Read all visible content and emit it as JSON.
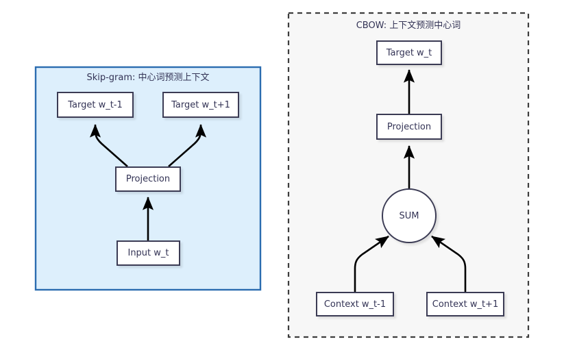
{
  "diagram": {
    "title_left": "Skip-gram: 中心词预测上下文",
    "title_right": "CBOW: 上下文预测中心词",
    "panels": [
      {
        "name": "skip-gram",
        "label": "Skip-gram: 中心词预测上下文",
        "style": "solid-blue",
        "fill_color": "#ddeffc",
        "border_color": "#2b6cb0"
      },
      {
        "name": "cbow",
        "label": "CBOW: 上下文预测中心词",
        "style": "dashed-gray",
        "fill_color": "#f7f7f7",
        "border_color": "#444444"
      }
    ],
    "skipgram_nodes": {
      "target_left": "Target w_t-1",
      "target_right": "Target w_t+1",
      "projection": "Projection",
      "input": "Input w_t"
    },
    "cbow_nodes": {
      "target": "Target w_t",
      "projection": "Projection",
      "sum": "SUM",
      "context_left": "Context w_t-1",
      "context_right": "Context w_t+1"
    },
    "colors": {
      "node_border": "#3b3b54",
      "node_fill": "#ffffff",
      "text": "#333355",
      "arrow": "#000000"
    }
  }
}
